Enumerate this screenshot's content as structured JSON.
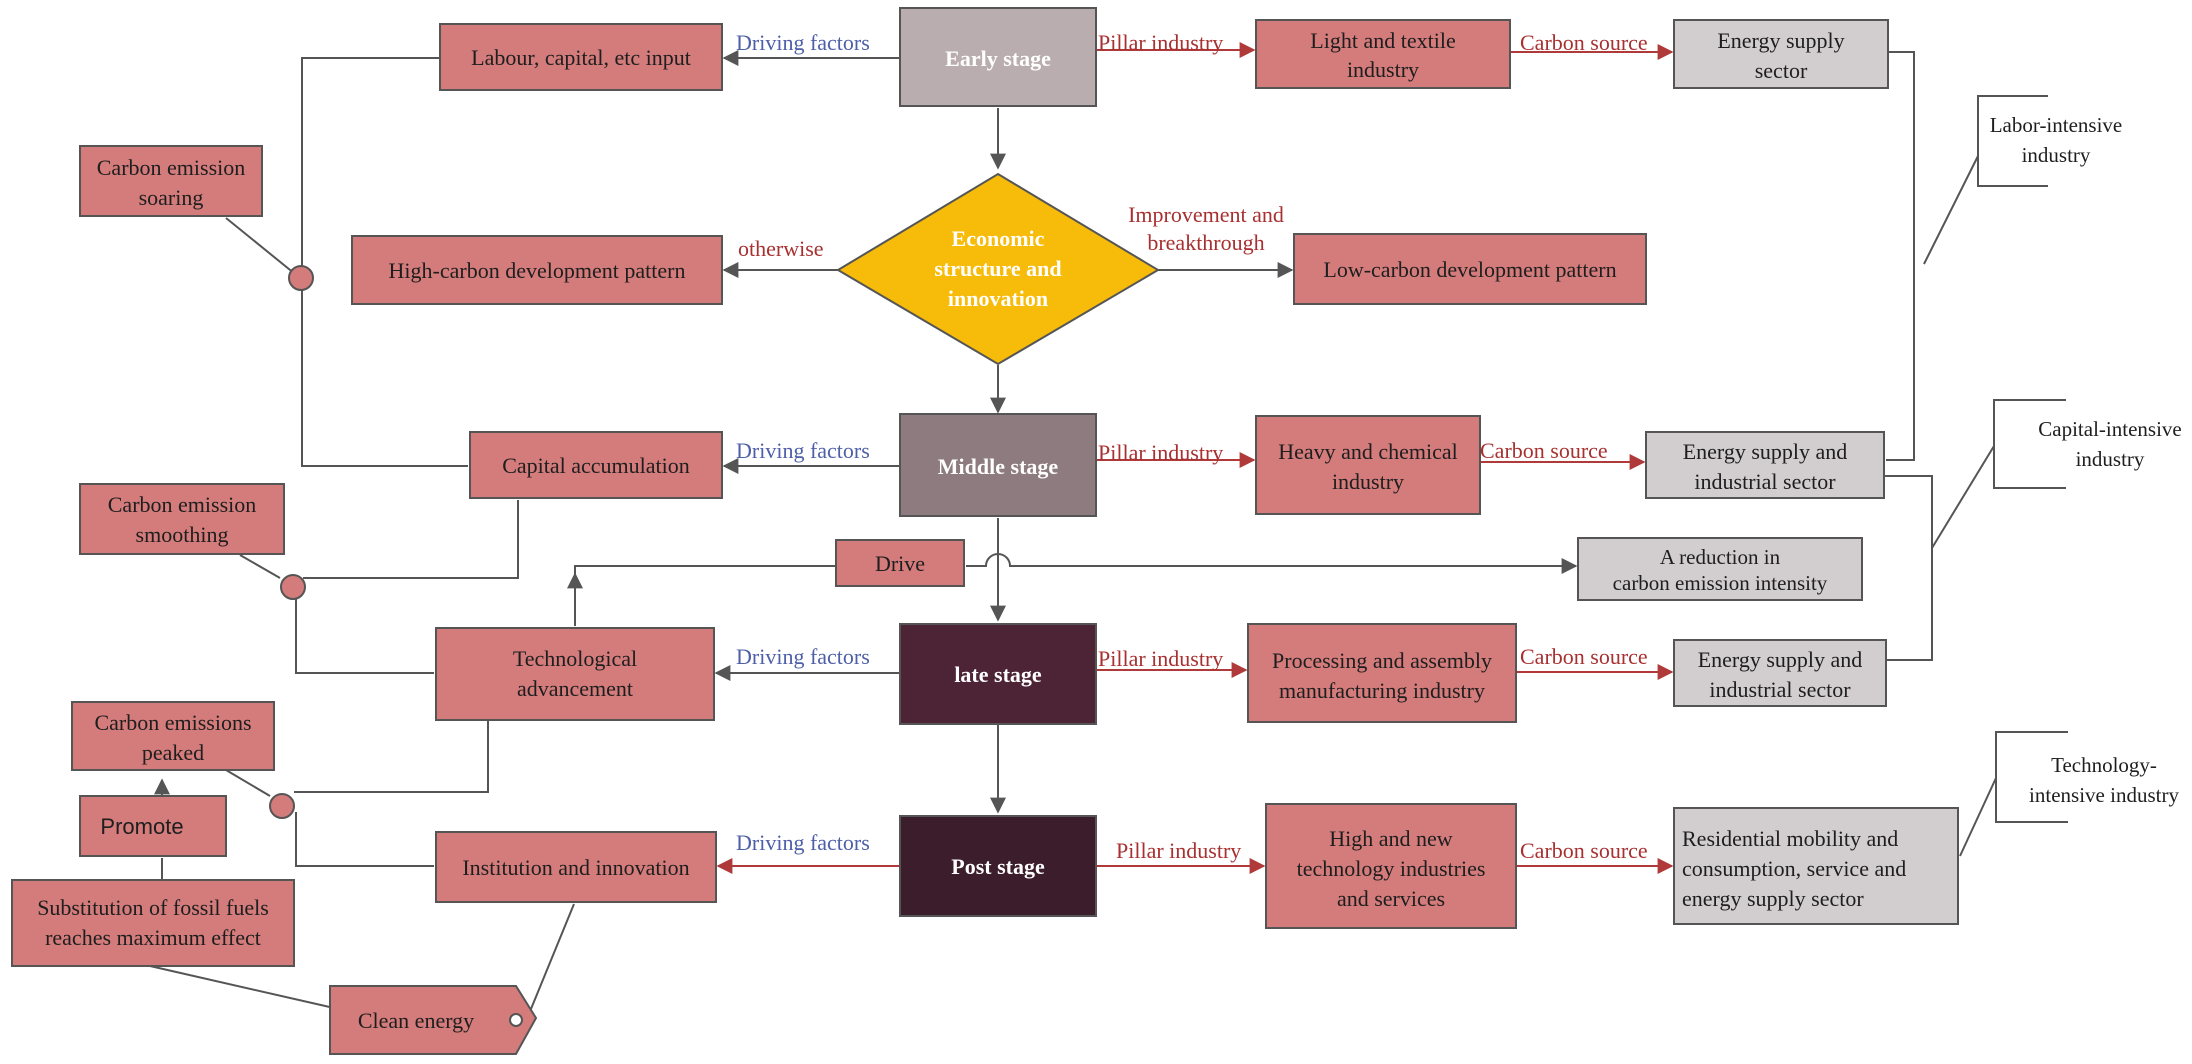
{
  "colors": {
    "pink": "#d47b7b",
    "grey": "#d2cdce",
    "early": "#b9adaf",
    "middle": "#8d7b80",
    "late": "#4c2436",
    "post": "#3c1d2b",
    "diamond": "#f7bc0a",
    "blue_label": "#4e5fa8",
    "red_label": "#a83030"
  },
  "stages": {
    "early": "Early stage",
    "middle": "Middle stage",
    "late": "late stage",
    "post": "Post  stage"
  },
  "decision": {
    "lines": [
      "Economic",
      "structure and",
      "innovation"
    ]
  },
  "drivers": {
    "early": "Labour, capital, etc input",
    "middle": "Capital accumulation",
    "late": [
      "Technological",
      "advancement"
    ],
    "post": "Institution and innovation"
  },
  "outcomes": {
    "high": "High-carbon development pattern",
    "low": "Low-carbon development pattern"
  },
  "industries": {
    "early": [
      "Light and textile",
      "industry"
    ],
    "middle": [
      "Heavy and chemical",
      "industry"
    ],
    "late": [
      "Processing and assembly",
      "manufacturing industry"
    ],
    "post": [
      "High and new",
      "technology industries",
      "and services"
    ]
  },
  "sources": {
    "early": [
      "Energy supply",
      "sector"
    ],
    "middle": [
      "Energy supply and",
      "industrial sector"
    ],
    "late": [
      "Energy supply and",
      "industrial sector"
    ],
    "post": [
      "Residential mobility and",
      "consumption, service and",
      "energy supply sector"
    ]
  },
  "edge_labels": {
    "driving": "Driving factors",
    "pillar": "Pillar industry",
    "carbon_source": "Carbon source",
    "otherwise": "otherwise",
    "improvement": [
      "Improvement and",
      "breakthrough"
    ]
  },
  "reduction": [
    "A reduction in",
    "carbon emission intensity"
  ],
  "drive": "Drive",
  "emission_phases": {
    "soaring": [
      "Carbon emission",
      "soaring"
    ],
    "smoothing": [
      "Carbon emission",
      "smoothing"
    ],
    "peaked": [
      "Carbon emissions",
      "peaked"
    ]
  },
  "promote": "Promote",
  "substitution": [
    "Substitution of fossil fuels",
    "reaches maximum effect"
  ],
  "clean_energy": "Clean energy",
  "categories": {
    "labor": [
      "Labor-intensive",
      "industry"
    ],
    "capital": [
      "Capital-intensive",
      "industry"
    ],
    "technology": [
      "Technology-",
      "intensive industry"
    ]
  }
}
